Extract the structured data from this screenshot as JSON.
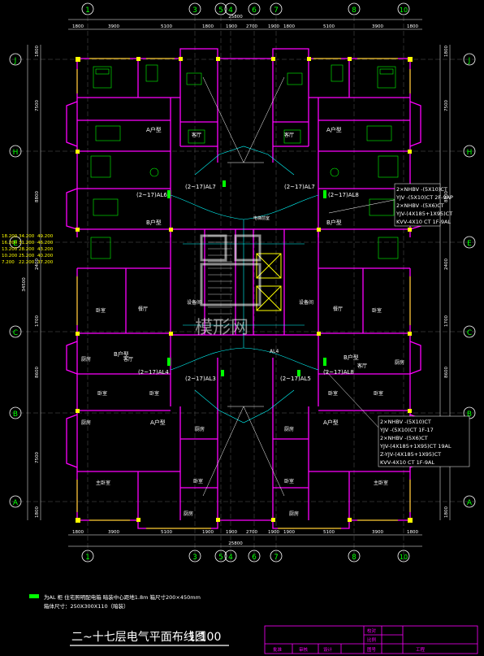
{
  "drawing": {
    "title": "二~十七层电气平面布线图",
    "scale": "1:100",
    "watermark": "模形网"
  },
  "axes": {
    "top": [
      "1",
      "3",
      "5",
      "4",
      "6",
      "7",
      "8",
      "10"
    ],
    "left": [
      "J",
      "H",
      "E",
      "C",
      "B",
      "A"
    ]
  },
  "dimensions": {
    "top": [
      "1800",
      "3900",
      "5100",
      "1800",
      "1900",
      "2700",
      "1900",
      "1800",
      "5100",
      "3900",
      "1800"
    ],
    "top_total": "25800",
    "bottom": [
      "1800",
      "3900",
      "5100",
      "1900",
      "1900",
      "2700",
      "1900",
      "1900",
      "5100",
      "3900",
      "1800"
    ],
    "bottom_total": "25800",
    "left": [
      "1800",
      "7500",
      "8800",
      "2400",
      "1700",
      "8600",
      "7500",
      "1800"
    ],
    "left_total": "34500"
  },
  "rooms": {
    "upper_left_unit": "A户型",
    "upper_right_unit": "A户型",
    "mid_left_unit": "B户型",
    "mid_right_unit": "B户型",
    "lower_left_b": "B户型",
    "lower_right_b": "B户型",
    "lower_left_a": "A户型",
    "lower_right_a": "A户型",
    "bedroom": "卧室",
    "master_bedroom": "主卧室",
    "kitchen": "厨房",
    "living": "客厅",
    "dining": "餐厅",
    "elevator_hall": "电梯前室",
    "equip_room": "设备间"
  },
  "panels": {
    "al6": "(2~17)AL6",
    "al7": "(2~17)AL7",
    "al8": "(2~17)AL8",
    "al4_left": "(2~17)AL4",
    "al3": "(2~17)AL3",
    "al5": "(2~17)AL5",
    "al4": "AL4"
  },
  "cable_notes_upper": [
    "2×NHBV -(5X10)CT",
    "YJV -(5X10)CT 2F-9AP",
    "2×NHBV -(5X6)CT",
    "YJV-(4X185+1X95)CT",
    "KVV-4X10 CT 1F-9AL"
  ],
  "cable_notes_lower": [
    "2×NHBV -(5X10)CT",
    "YJV -(5X10)CT 1F-17",
    "2×NHBV -(5X6)CT",
    "YJV-(4X185+1X95)CT 19AL",
    "Z-YJV-(4X185+1X95)CT",
    "KVV-4X10 CT 1F-9AL"
  ],
  "elevation_table": [
    [
      "18.200",
      "34.200",
      "49.200"
    ],
    [
      "16.200",
      "31.200",
      "46.200"
    ],
    [
      "13.200",
      "28.200",
      "43.200"
    ],
    [
      "10.200",
      "25.200",
      "40.200"
    ],
    [
      "7.200",
      "22.200",
      "37.200"
    ]
  ],
  "legend": {
    "line1": "为AL 柜 住宅照明配电箱 暗装中心距地1.8m 箱尺寸200×450mm",
    "line2": "箱体尺寸：250X300X110（暗装）"
  },
  "title_block": {
    "cells": [
      "批准",
      "审核",
      "设计",
      "校对",
      "比例",
      "图号",
      "工程"
    ]
  },
  "colors": {
    "background": "#000000",
    "wall": "#ff00ff",
    "column": "#ffff00",
    "dimension": "#ffffff",
    "axis_label": "#00ff00",
    "wiring": "#00ffff",
    "furniture": "#00ff00",
    "title_block": "#ff00ff",
    "panel": "#00ff00",
    "watermark": "#ffffff"
  }
}
